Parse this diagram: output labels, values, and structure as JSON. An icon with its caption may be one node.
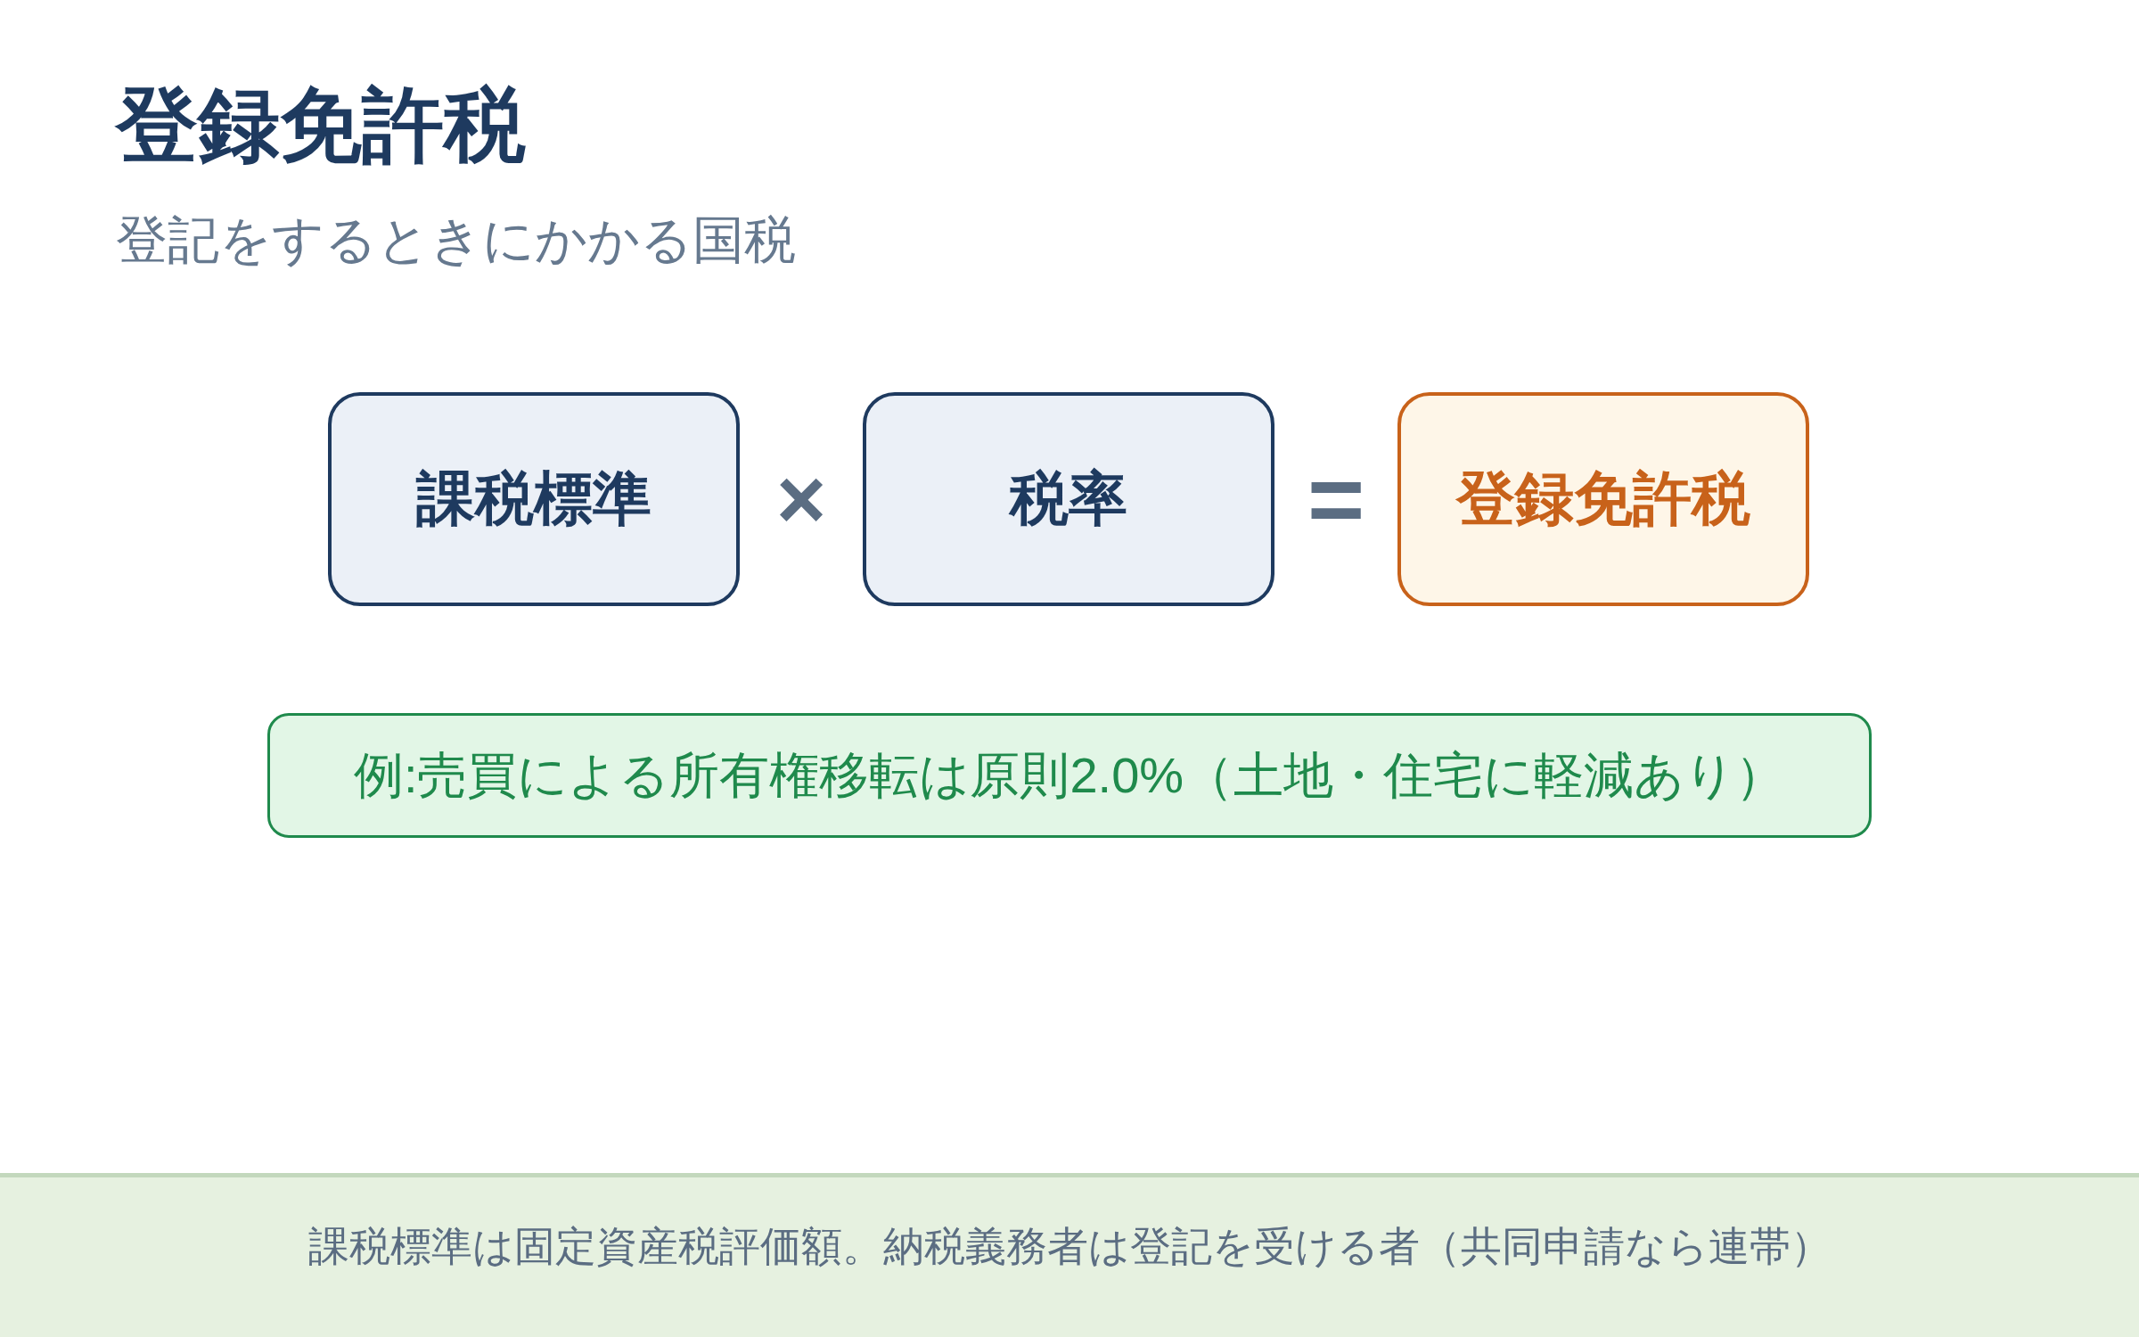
{
  "diagram": {
    "title": "登録免許税",
    "nodes": [
      {
        "text": [
          "課税標準"
        ]
      },
      {
        "text": [
          "税率"
        ]
      },
      {
        "text": [
          "登録免許税"
        ]
      },
      {
        "text": [
          "例:売買による所有権移転は原則2.0%（土地・住宅に軽減あり）"
        ]
      }
    ],
    "labels": [
      "登記をするときにかかる国税",
      "×",
      "="
    ],
    "caption": "課税標準は固定資産税評価額。納税義務者は登記を受ける者（共同申請なら連帯）"
  }
}
